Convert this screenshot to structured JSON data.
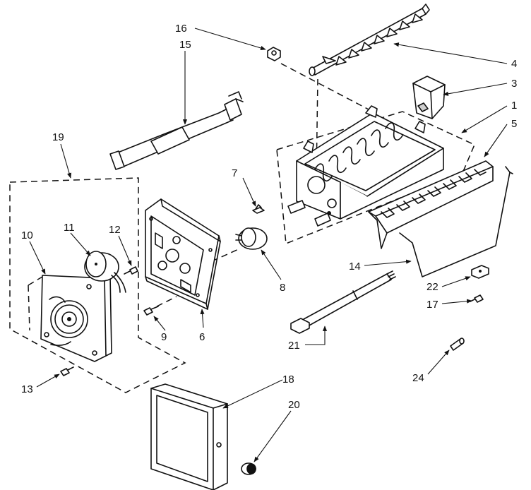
{
  "diagram": {
    "callouts": [
      {
        "id": "c1",
        "text": "1"
      },
      {
        "id": "c3",
        "text": "3"
      },
      {
        "id": "c4",
        "text": "4"
      },
      {
        "id": "c5",
        "text": "5"
      },
      {
        "id": "c6",
        "text": "6"
      },
      {
        "id": "c7",
        "text": "7"
      },
      {
        "id": "c8",
        "text": "8"
      },
      {
        "id": "c9",
        "text": "9"
      },
      {
        "id": "c10",
        "text": "10"
      },
      {
        "id": "c11",
        "text": "11"
      },
      {
        "id": "c12",
        "text": "12"
      },
      {
        "id": "c13",
        "text": "13"
      },
      {
        "id": "c14",
        "text": "14"
      },
      {
        "id": "c15",
        "text": "15"
      },
      {
        "id": "c16",
        "text": "16"
      },
      {
        "id": "c17",
        "text": "17"
      },
      {
        "id": "c18",
        "text": "18"
      },
      {
        "id": "c19",
        "text": "19"
      },
      {
        "id": "c20",
        "text": "20"
      },
      {
        "id": "c21",
        "text": "21"
      },
      {
        "id": "c22",
        "text": "22"
      },
      {
        "id": "c24",
        "text": "24"
      }
    ]
  }
}
